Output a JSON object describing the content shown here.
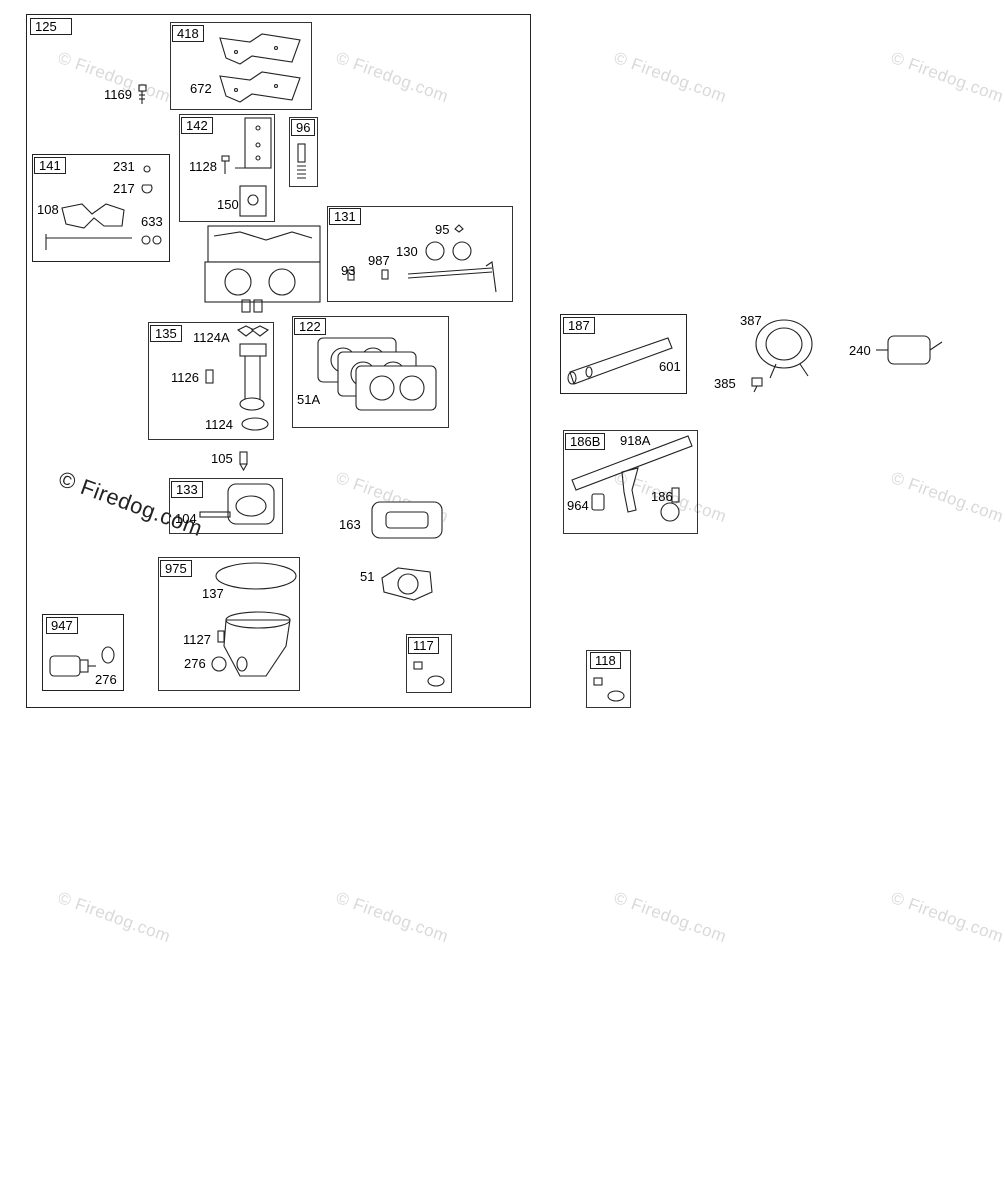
{
  "watermark": "© Firedog.com",
  "assemblies": {
    "main": "125",
    "a418": "418",
    "a142": "142",
    "a96": "96",
    "a141": "141",
    "a131": "131",
    "a135": "135",
    "a122": "122",
    "a133": "133",
    "a975": "975",
    "a947": "947",
    "a117": "117",
    "a187": "187",
    "a186b": "186B",
    "a118": "118"
  },
  "parts": {
    "p1169": "1169",
    "p672": "672",
    "p1128": "1128",
    "p150": "150",
    "p231": "231",
    "p217": "217",
    "p108": "108",
    "p633": "633",
    "p95": "95",
    "p130": "130",
    "p987": "987",
    "p93": "93",
    "p1124A": "1124A",
    "p1126": "1126",
    "p1124": "1124",
    "p51A": "51A",
    "p105": "105",
    "p104": "104",
    "p163": "163",
    "p137": "137",
    "p1127": "1127",
    "p276a": "276",
    "p51": "51",
    "p276b": "276",
    "p601": "601",
    "p387": "387",
    "p385": "385",
    "p240": "240",
    "p918A": "918A",
    "p964": "964",
    "p186": "186"
  }
}
